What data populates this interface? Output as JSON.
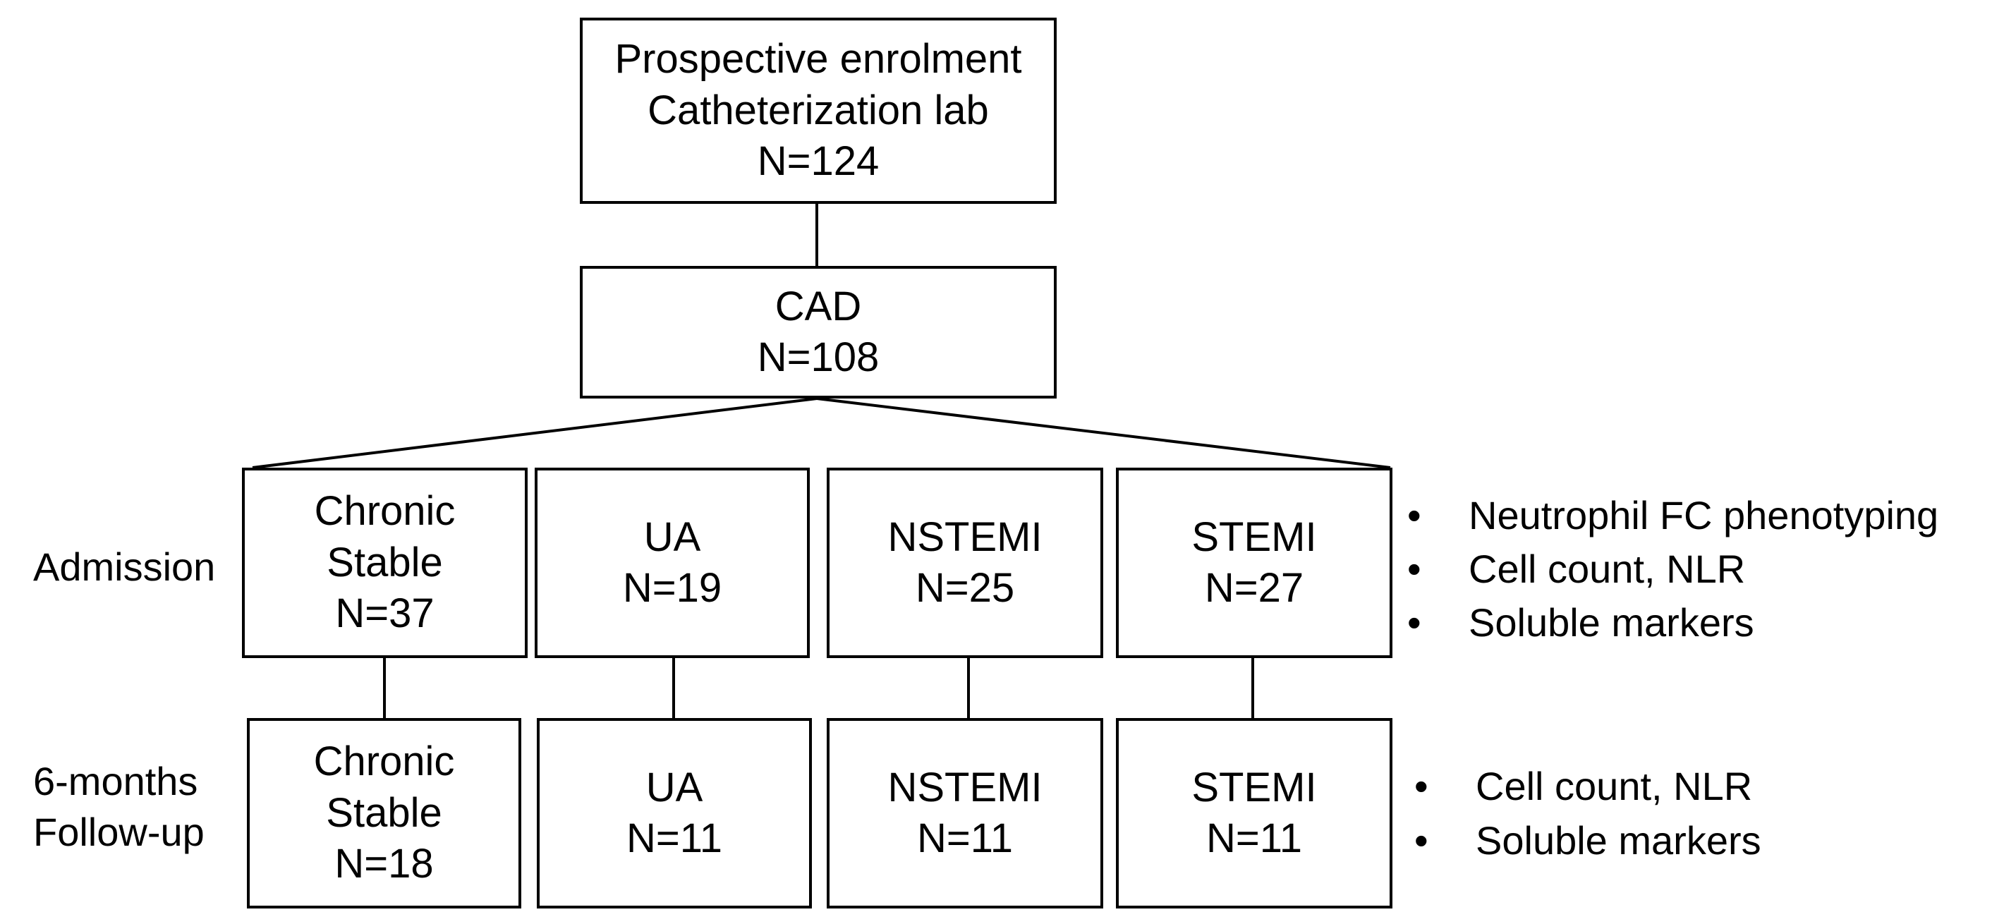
{
  "top_box": {
    "line1": "Prospective enrolment",
    "line2": "Catheterization lab",
    "line3": "N=124"
  },
  "cad_box": {
    "line1": "CAD",
    "line2": "N=108"
  },
  "admission": {
    "label": "Admission",
    "groups": [
      {
        "lines": [
          "Chronic",
          "Stable",
          "N=37"
        ]
      },
      {
        "lines": [
          "UA",
          "N=19"
        ]
      },
      {
        "lines": [
          "NSTEMI",
          "N=25"
        ]
      },
      {
        "lines": [
          "STEMI",
          "N=27"
        ]
      }
    ],
    "bullets": [
      "Neutrophil FC phenotyping",
      "Cell count, NLR",
      "Soluble markers"
    ]
  },
  "follow_up": {
    "label_line1": "6-months",
    "label_line2": "Follow-up",
    "groups": [
      {
        "lines": [
          "Chronic",
          "Stable",
          "N=18"
        ]
      },
      {
        "lines": [
          "UA",
          "N=11"
        ]
      },
      {
        "lines": [
          "NSTEMI",
          "N=11"
        ]
      },
      {
        "lines": [
          "STEMI",
          "N=11"
        ]
      }
    ],
    "bullets": [
      "Cell count, NLR",
      "Soluble markers"
    ]
  }
}
